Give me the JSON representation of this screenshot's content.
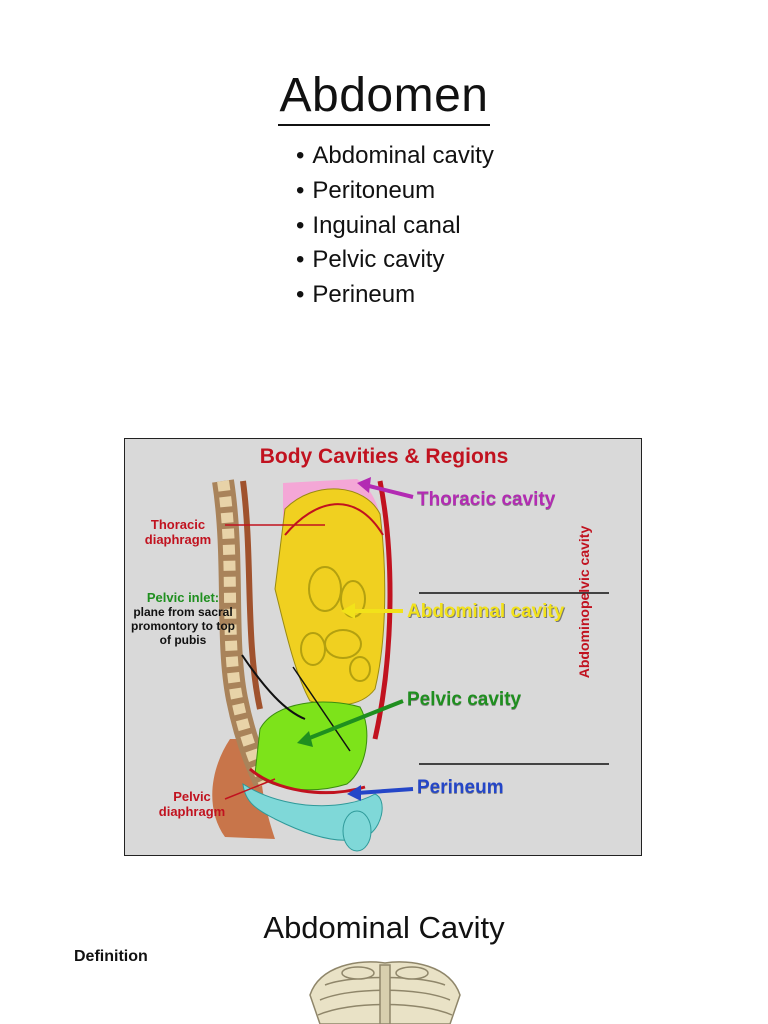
{
  "page": {
    "title": "Abdomen",
    "bullets": [
      "Abdominal cavity",
      "Peritoneum",
      "Inguinal canal",
      "Pelvic cavity",
      "Perineum"
    ],
    "subtitle": "Abdominal Cavity",
    "definition_label": "Definition"
  },
  "figure": {
    "title": "Body Cavities & Regions",
    "labels": {
      "thoracic_diaphragm": "Thoracic diaphragm",
      "pelvic_inlet": "Pelvic inlet:",
      "pelvic_inlet_desc": "plane from sacral promontory to top of pubis",
      "pelvic_diaphragm": "Pelvic diaphragm",
      "thoracic_cavity": "Thoracic cavity",
      "abdominal_cavity": "Abdominal cavity",
      "pelvic_cavity": "Pelvic cavity",
      "perineum": "Perineum",
      "abdominopelvic": "Abdominopelvic cavity"
    },
    "colors": {
      "thoracic": "#b32bb3",
      "abdominal": "#f2e21a",
      "pelvic": "#1f8f1f",
      "perineum": "#2446c8",
      "region_red": "#c1121f"
    }
  }
}
